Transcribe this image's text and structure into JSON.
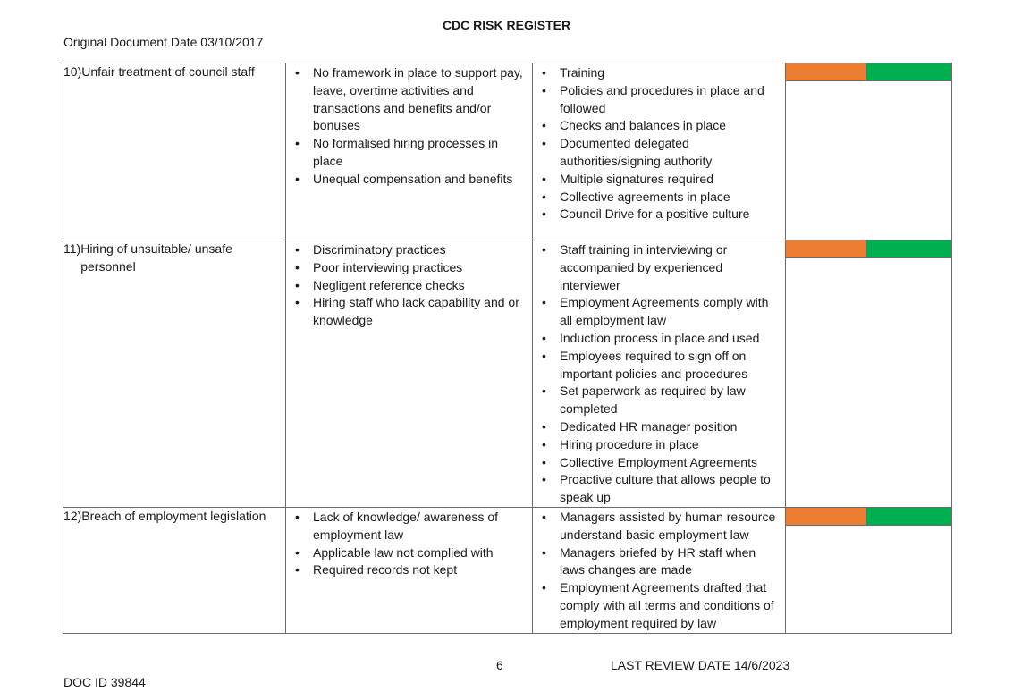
{
  "header": {
    "title": "CDC RISK REGISTER",
    "original_date": "Original Document Date 03/10/2017"
  },
  "colors": {
    "rating_left": "#ed7d31",
    "rating_right": "#00b050"
  },
  "rows": [
    {
      "number": "10)",
      "hazard": "Unfair treatment of council staff",
      "causes": [
        "No framework in place to support pay, leave, overtime activities and transactions and benefits and/or bonuses",
        "No formalised hiring processes in place",
        "Unequal compensation and benefits"
      ],
      "controls": [
        "Training",
        "Policies and procedures in place and followed",
        "Checks and balances in place",
        "Documented delegated authorities/signing authority",
        "Multiple signatures required",
        "Collective agreements in place",
        "Council Drive for a positive culture"
      ]
    },
    {
      "number": "11)",
      "hazard": "Hiring of unsuitable/ unsafe personnel",
      "causes": [
        "Discriminatory practices",
        "Poor interviewing practices",
        "Negligent reference checks",
        "Hiring staff who lack capability and or knowledge"
      ],
      "controls": [
        "Staff training in interviewing or accompanied by experienced interviewer",
        "Employment Agreements comply with all employment law",
        "Induction process in place and used",
        "Employees required to sign off on important policies and procedures",
        "Set paperwork as required by law completed",
        "Dedicated HR manager position",
        "Hiring procedure in place",
        "Collective Employment Agreements",
        "Proactive culture that allows people to speak up"
      ]
    },
    {
      "number": "12)",
      "hazard": "Breach of employment legislation",
      "causes": [
        "Lack of knowledge/ awareness of employment law",
        "Applicable law not complied with",
        "Required records not kept"
      ],
      "controls": [
        "Managers assisted by human resource understand basic employment law",
        "Managers briefed by HR staff when laws changes are made",
        "Employment Agreements drafted that comply with all terms and conditions of employment required by law"
      ]
    }
  ],
  "footer": {
    "page": "6",
    "review": "LAST REVIEW DATE 14/6/2023",
    "doc_id": "DOC ID 39844"
  }
}
